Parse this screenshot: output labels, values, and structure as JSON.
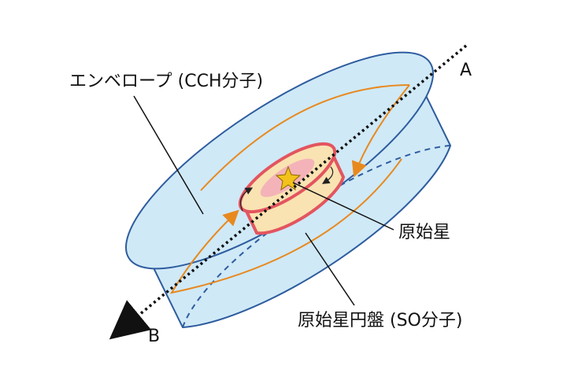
{
  "labels": {
    "envelope": "エンベロープ (CCH分子)",
    "protostar": "原始星",
    "protostellar_disk": "原始星円盤 (SO分子)",
    "axis_a": "A",
    "axis_b": "B"
  },
  "colors": {
    "envelope_fill": "#cfe9f7",
    "envelope_stroke": "#2e5c9e",
    "rotation_arrow": "#e8891f",
    "disk_outer": "#e3555f",
    "disk_fill": "#f9e3b2",
    "disk_core": "#f4b3b8",
    "star": "#f2c21a",
    "axis_line": "#111111"
  },
  "icons": {
    "protostar": "star-icon"
  }
}
